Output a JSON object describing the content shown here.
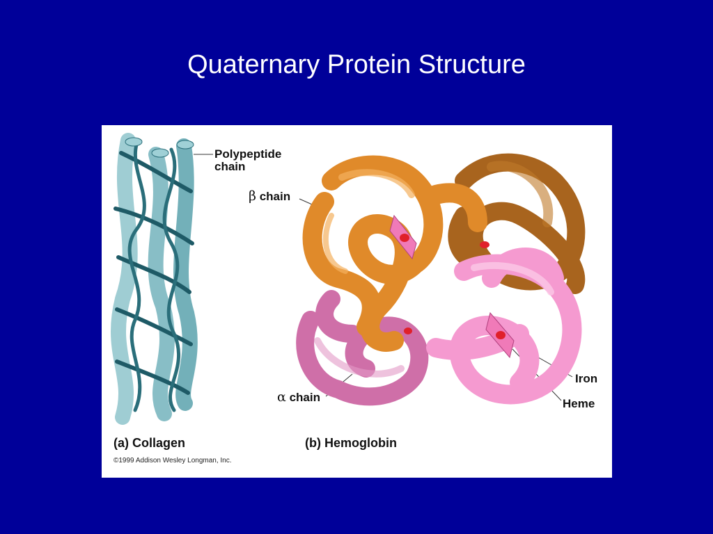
{
  "slide": {
    "title": "Quaternary Protein Structure"
  },
  "figure": {
    "labels": {
      "polypeptide_line1": "Polypeptide",
      "polypeptide_line2": "chain",
      "beta_symbol": "β",
      "beta_text": "chain",
      "alpha_symbol": "α",
      "alpha_text": "chain",
      "iron": "Iron",
      "heme": "Heme"
    },
    "captions": {
      "collagen": "(a) Collagen",
      "hemoglobin": "(b) Hemoglobin"
    },
    "copyright": "©1999 Addison Wesley Longman, Inc.",
    "colors": {
      "background": "#000099",
      "collagen": "#4a9aa6",
      "collagen_dark": "#1e5a66",
      "beta_chain_front": "#e08a2a",
      "beta_chain_back": "#a8641e",
      "alpha_chain_front": "#f59ad0",
      "alpha_chain_back": "#cf6fa8",
      "heme": "#f07ab8",
      "iron": "#e0202a"
    }
  }
}
